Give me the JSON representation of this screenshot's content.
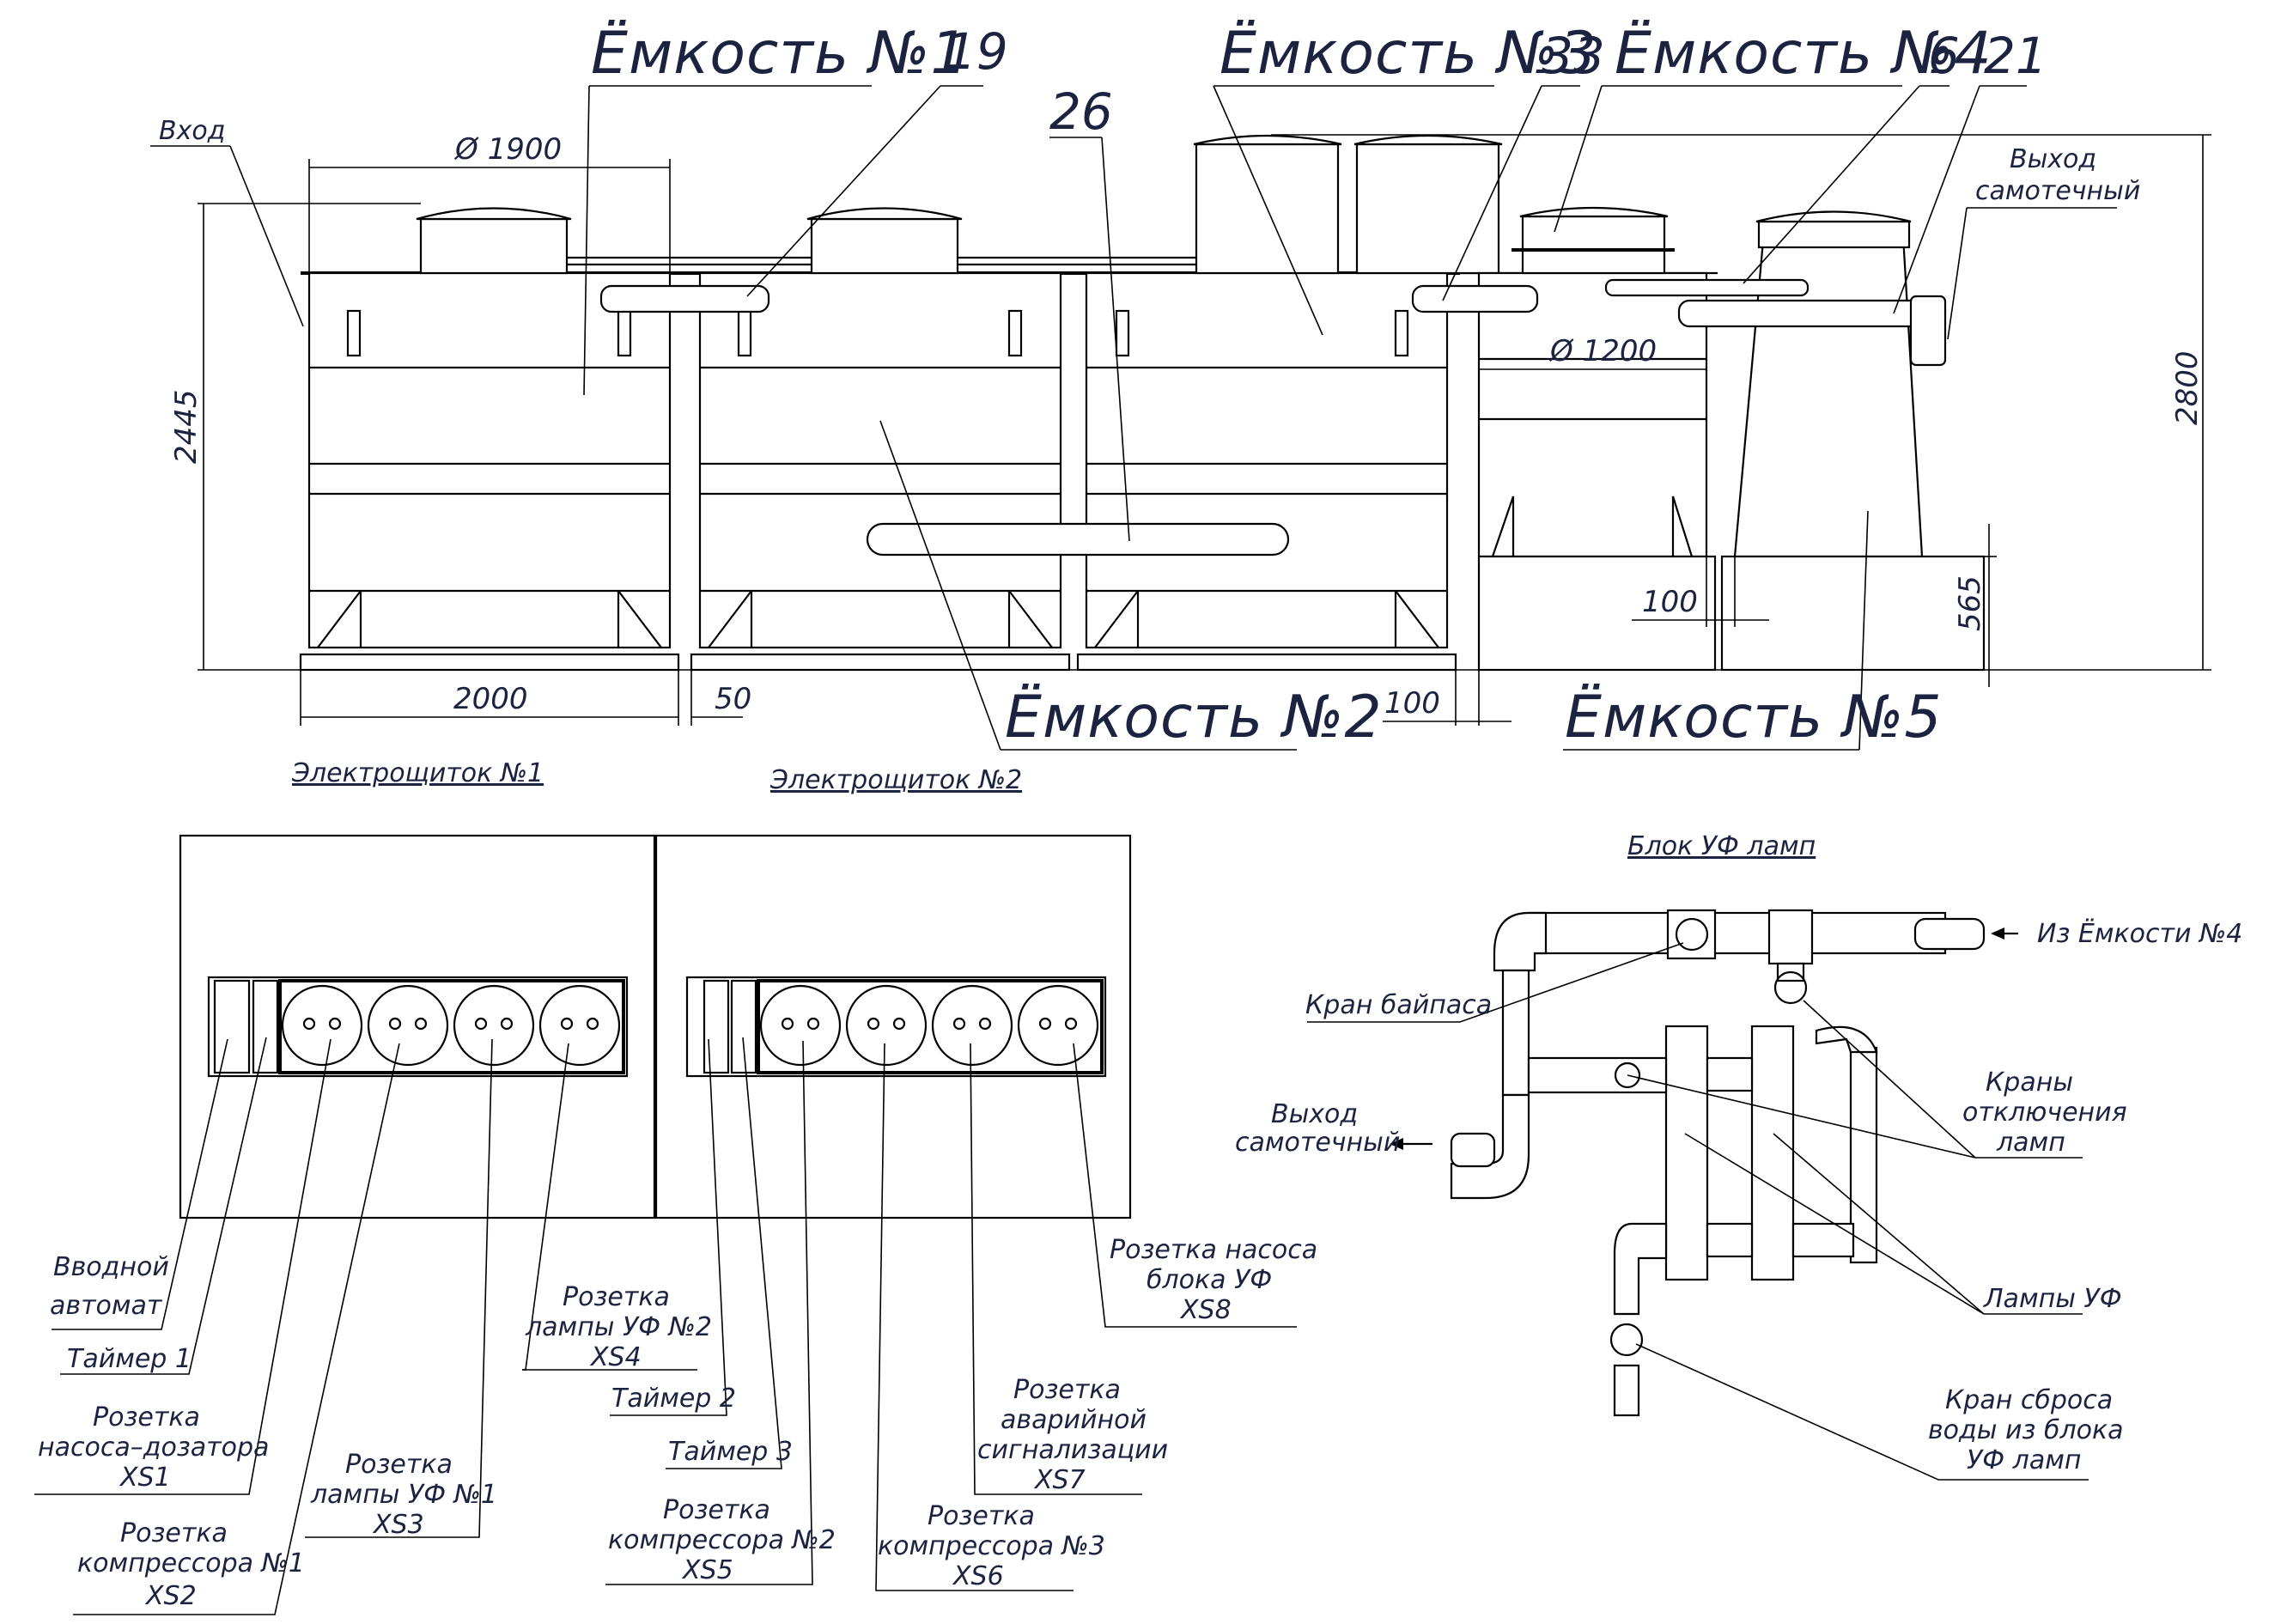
{
  "drawing": {
    "tanks": [
      {
        "label": "Ёмкость №1"
      },
      {
        "label": "Ёмкость №2"
      },
      {
        "label": "Ёмкость №3"
      },
      {
        "label": "Ёмкость №4"
      },
      {
        "label": "Ёмкость №5"
      }
    ],
    "callouts": {
      "n19": "19",
      "n26": "26",
      "n33": "33",
      "n6": "6",
      "n21": "21"
    },
    "inlet_label": "Вход",
    "outlet_label_line1": "Выход",
    "outlet_label_line2": "самотечный",
    "dimensions": {
      "dia_1900": "Ø 1900",
      "dia_1200": "Ø 1200",
      "h_2445": "2445",
      "h_2800": "2800",
      "h_565": "565",
      "w_2000": "2000",
      "gap_50": "50",
      "gap_100_a": "100",
      "gap_100_b": "100"
    }
  },
  "panels": {
    "panel1_title": "Электрощиток №1",
    "panel2_title": "Электрощиток №2",
    "panel1_labels": [
      [
        "Вводной",
        "автомат"
      ],
      [
        "Таймер 1"
      ],
      [
        "Розетка",
        "насоса–дозатора",
        "XS1"
      ],
      [
        "Розетка",
        "компрессора №1",
        "XS2"
      ],
      [
        "Розетка",
        "лампы УФ №1",
        "XS3"
      ],
      [
        "Розетка",
        "лампы УФ №2",
        "XS4"
      ]
    ],
    "panel2_labels": [
      [
        "Таймер 2"
      ],
      [
        "Таймер 3"
      ],
      [
        "Розетка",
        "компрессора №2",
        "XS5"
      ],
      [
        "Розетка",
        "компрессора №3",
        "XS6"
      ],
      [
        "Розетка",
        "аварийной",
        "сигнализации",
        "XS7"
      ],
      [
        "Розетка насоса",
        "блока УФ",
        "XS8"
      ]
    ]
  },
  "uv_block": {
    "title": "Блок УФ ламп",
    "inlet": "Из Ёмкости №4",
    "bypass_valve": "Кран байпаса",
    "outlet_line1": "Выход",
    "outlet_line2": "самотечный",
    "shutoff_valves": [
      "Краны",
      "отключения",
      "ламп"
    ],
    "uv_lamps": "Лампы УФ",
    "drain_valve": [
      "Кран сброса",
      "воды из блока",
      "УФ ламп"
    ]
  }
}
